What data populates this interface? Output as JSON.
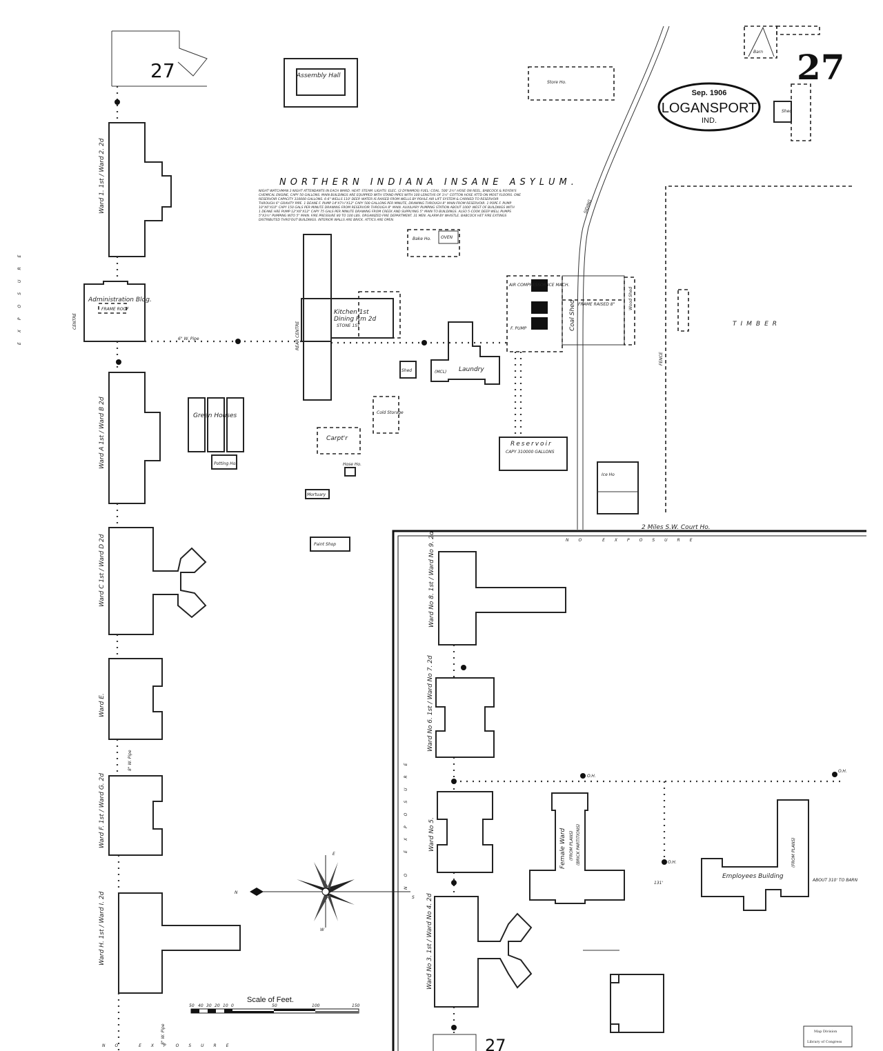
{
  "sheet_number": "27",
  "city_stamp": {
    "date": "Sep. 1906",
    "city": "LOGANSPORT",
    "state": "IND."
  },
  "title": "NORTHERN INDIANA INSANE ASYLUM.",
  "notes": [
    "NIGHT WATCHMAN 3 NIGHT ATTENDANTS IN EACH WARD. HEAT: STEAM. LIGHTS: ELEC. (2 DYNAMOS) FUEL: COAL. 500' 2½\" HOSE ON REEL, BABCOCK & ROYEN'S",
    "CHEMICAL ENGINE, CAPY 50 GALLONS. MAIN BUILDINGS ARE EQUIPPED WITH STAND PIPES WITH 100 LENGTHS OF 1½\" COTTON HOSE ATTD ON MOST FLOORS. ONE",
    "RESERVOIR CAPACITY 310000 GALLONS. 6-6\" WELLS 110' DEEP. WATER IS RAISED FROM WELLS BY POHLE AIR LIFT SYSTEM & CARRIED TO RESERVOIR",
    "THROUGH 6\" GRAVITY PIPE. 1 DEANE F. PUMP 14\"X7½\"X12\" CAPY 500 GALLONS PER MINUTE, DRAWING THROUGH 8\" MAIN FROM RESERVOIR. 1 POPE F. PUMP",
    "10\"X6\"X10\" CAPY 150 GALS PER MINUTE DRAWING FROM RESERVOIR THROUGH 8\" MAIN. AUXILIARY PUMPING STATION ABOUT 1000' WEST OF BUILDINGS WITH",
    "1 DEANE HRE PUMP 12\"X6\"X12\" CAPY 75 GALS PER MINUTE DRAWING FROM CREEK AND SUPPLYING 5\" MAIN TO BUILDINGS. ALSO 5-COOK DEEP WELL PUMPS",
    "5\"X3½\" PUMPING INTO 5\" MAIN. FIRE PRESSURE 80 TO 100 LBS. ORGANIZED FIRE DEPARTMENT. 31 MEN. ALARM BY WHISTLE. BABCOCK HET FIRE EXTINGS",
    "DISTRIBUTED THRO'OUT BUILDINGS. INTERIOR WALLS ARE BRICK. ATTICS ARE OPEN."
  ],
  "buildings": {
    "assembly_hall": "Assembly Hall",
    "store_ho": "Store Ho.",
    "barn": "Barn",
    "shed_top": "Shed",
    "ward_1_2": "Ward 1. 1st / Ward 2. 2d",
    "administration": "Administration Bldg.",
    "frame_roof": "FRAME ROOF",
    "centre": "CENTRE",
    "ward_a_b": "Ward A 1st / Ward B 2d",
    "green_houses": "Green Houses",
    "potting_ho": "Potting Ho.",
    "ward_c_d": "Ward C 1st / Ward D 2d",
    "ward_e": "Ward E.",
    "ward_f_g": "Ward F. 1st / Ward G. 2d",
    "ward_h_i": "Ward H. 1st / Ward I. 2d",
    "bake_ho": "Bake Ho.",
    "oven": "OVEN",
    "rear_centre": "REAR CENTRE",
    "kitchen": "Kitchen 1st",
    "dining": "Dining Rm 2d",
    "stone": "STONE 1ST",
    "shed_mid": "Shed",
    "laundry": "Laundry",
    "mcl": "(MCL)",
    "air_compressor": "AIR COMPRESSOR ICE MACH.",
    "f_pump": "F. PUMP",
    "coal_shed": "Coal Shed",
    "wood_shed": "Wood Shed",
    "frame_raised": "FRAME RAISED 8\"",
    "cold_storage": "Cold Storage",
    "carpentry": "Carpt'r",
    "hose_ho": "Hose Ho.",
    "mortuary": "Mortuary",
    "paint_shop": "Paint Shop",
    "reservoir": "Reservoir",
    "reservoir_capy": "CAPY 310000 GALLONS",
    "ice_ho": "Ice Ho",
    "timber": "TIMBER",
    "fence": "FENCE",
    "siding": "SIDING",
    "ward_8_9": "Ward No 8. 1st / Ward No 9. 2d",
    "ward_6_7": "Ward No 6. 1st / Ward No 7. 2d",
    "ward_5": "Ward No 5.",
    "female_ward": "Female Ward",
    "from_plans": "(FROM PLANS)",
    "brick_partitions": "(BRICK PARTITIONS)",
    "employees": "Employees Building",
    "from_plans_2": "(FROM PLANS)",
    "abut_barn": "ABOUT 310' TO BARN",
    "ward_3_4": "Ward No 3. 1st / Ward No 4. 2d",
    "distance_131": "131'"
  },
  "pipes": {
    "six_inch": "6\" W. Pipe",
    "eight_inch": "8\" W. Pipe",
    "oh": "O.H."
  },
  "location_note": "2 Miles S.W. Court Ho.",
  "exposure": {
    "no_exposure": "NO EXPOSURE",
    "left": "EXPOSURE"
  },
  "compass": {
    "n": "N",
    "s": "S",
    "e": "E",
    "w": "W"
  },
  "scale": {
    "title": "Scale of Feet.",
    "ticks": [
      "50",
      "40",
      "30",
      "20",
      "10",
      "0",
      "50",
      "100",
      "150"
    ]
  },
  "adjoining_sheet": "27",
  "library_stamp": {
    "line1": "Map Division",
    "line2": "Library of Congress"
  }
}
